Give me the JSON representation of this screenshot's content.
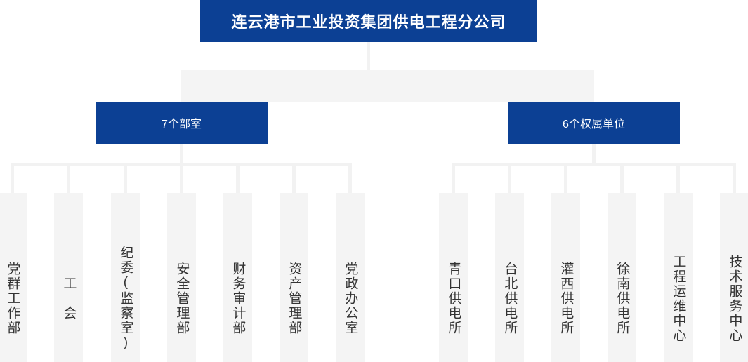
{
  "chart_title": "连云港市工业投资集团供电工程分公司",
  "colors": {
    "brand_blue": "#0c4094",
    "card_gray": "#f4f4f4",
    "connector_gray": "#f2f2f2",
    "card_text": "#333333",
    "box_text": "#ffffff"
  },
  "root": {
    "label": "连云港市工业投资集团供电工程分公司"
  },
  "branches": [
    {
      "label": "7个部室"
    },
    {
      "label": "6个权属单位"
    }
  ],
  "departments": [
    {
      "label": "党群工作部"
    },
    {
      "label": "工　会"
    },
    {
      "label": "纪委(监察室)"
    },
    {
      "label": "安全管理部"
    },
    {
      "label": "财务审计部"
    },
    {
      "label": "资产管理部"
    },
    {
      "label": "党政办公室"
    }
  ],
  "units": [
    {
      "label": "青口供电所"
    },
    {
      "label": "台北供电所"
    },
    {
      "label": "灌西供电所"
    },
    {
      "label": "徐南供电所"
    },
    {
      "label": "工程运维中心"
    },
    {
      "label": "技术服务中心"
    }
  ]
}
